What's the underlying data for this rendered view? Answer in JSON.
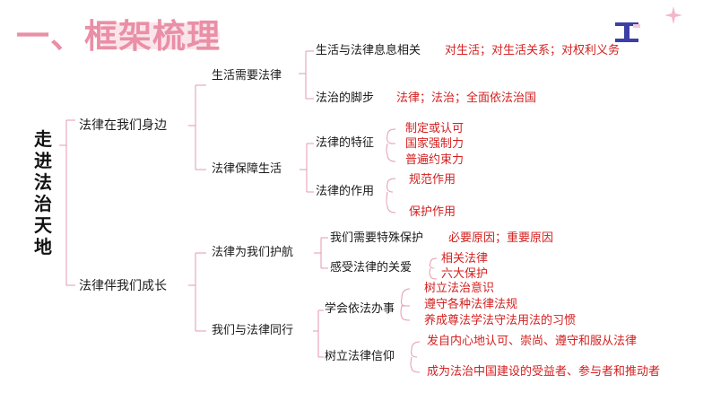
{
  "title": "一、框架梳理",
  "root": "走进法治天地",
  "branches": {
    "b1": "法律在我们身边",
    "b1_1": "生活需要法律",
    "b1_1_1": "生活与法律息息相关",
    "b1_1_1_leaf": "对生活；对生活关系；对权利义务",
    "b1_1_2": "法治的脚步",
    "b1_1_2_leaf": "法律；法治；全面依法治国",
    "b1_2": "法律保障生活",
    "b1_2_1": "法律的特征",
    "b1_2_1_leaves": [
      "制定或认可",
      "国家强制力",
      "普遍约束力"
    ],
    "b1_2_2": "法律的作用",
    "b1_2_2_leaves": [
      "规范作用",
      "保护作用"
    ],
    "b2": "法律伴我们成长",
    "b2_1": "法律为我们护航",
    "b2_1_1": "我们需要特殊保护",
    "b2_1_1_leaf": "必要原因；重要原因",
    "b2_1_2": "感受法律的关爱",
    "b2_1_2_leaves": [
      "相关法律",
      "六大保护"
    ],
    "b2_2": "我们与法律同行",
    "b2_2_1": "学会依法办事",
    "b2_2_1_leaves": [
      "树立法治意识",
      "遵守各种法律法规",
      "养成尊法学法守法用法的习惯"
    ],
    "b2_2_2": "树立法律信仰",
    "b2_2_2_leaves": [
      "发自内心地认可、崇尚、遵守和服从法律",
      "成为法治中国建设的受益者、参与者和推动者"
    ]
  },
  "colors": {
    "title": "#e98fa6",
    "leaf_text": "#d42020",
    "node_text": "#1a1a1a",
    "bracket": "#e49aae",
    "deco": "#3c3fa3"
  },
  "icons": [
    "sparkle-star-icon",
    "i-beam-deco-icon"
  ]
}
